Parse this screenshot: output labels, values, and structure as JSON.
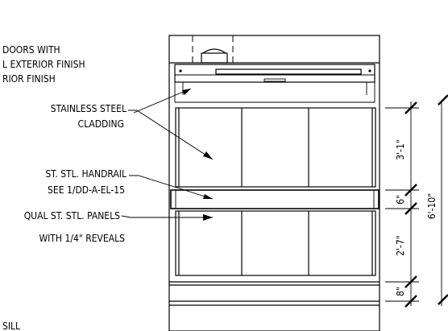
{
  "notes": {
    "doors": [
      "DOORS WITH",
      "L EXTERIOR FINISH",
      "RIOR FINISH"
    ],
    "cladding": [
      "STAINLESS STEEL",
      "CLADDING"
    ],
    "handrail": [
      "ST. STL. HANDRAIL",
      "SEE 1/DD-A-EL-15"
    ],
    "panels": [
      "QUAL ST. STL. PANELS",
      "WITH 1/4\" REVEALS"
    ],
    "sill": "SILL"
  },
  "dimensions": {
    "upper_panel": "3'-1\"",
    "handrail": "6\"",
    "lower_panel": "2'-7\"",
    "base": "8\"",
    "overall": "6'-10\""
  }
}
